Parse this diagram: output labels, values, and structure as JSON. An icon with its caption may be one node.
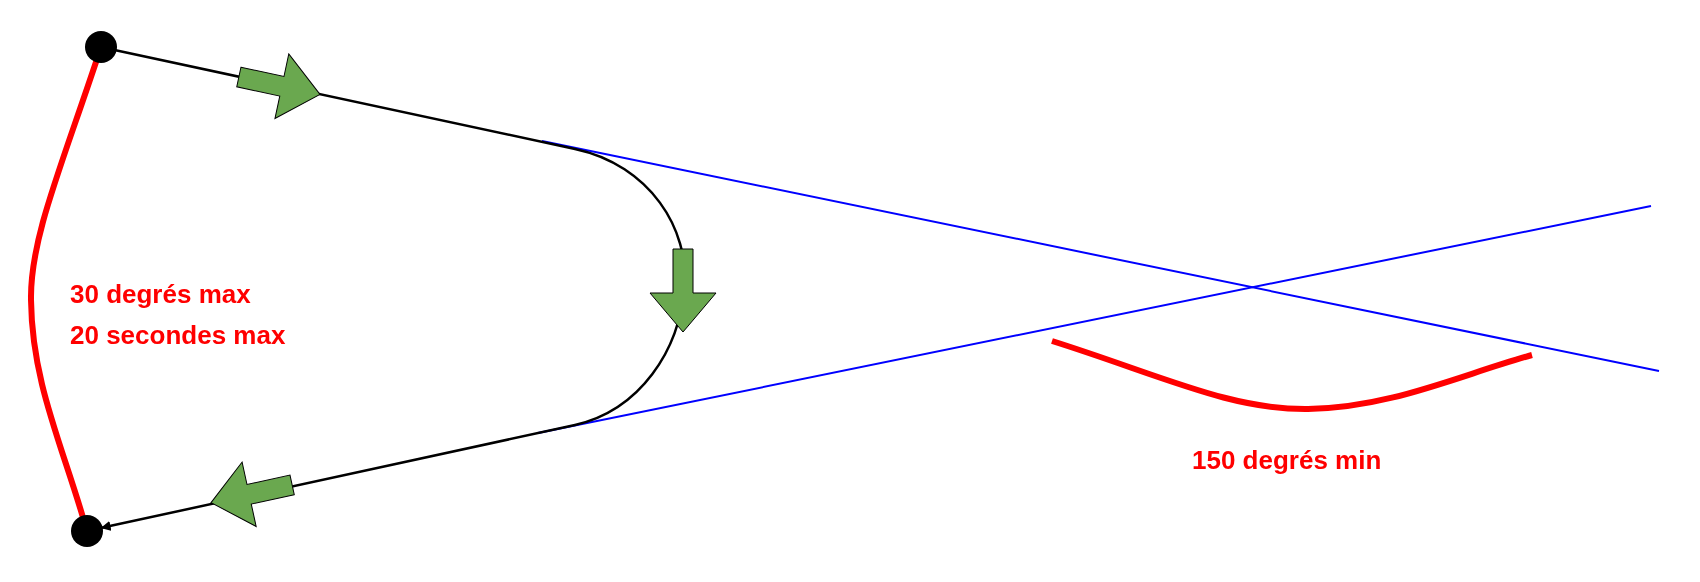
{
  "diagram": {
    "nodes": [
      {
        "text": [],
        "shape": "circle"
      },
      {
        "text": [],
        "shape": "circle"
      }
    ],
    "edges": [
      {
        "from": 0,
        "to": 1,
        "arrow": "to"
      },
      {
        "from": 0,
        "to": 1,
        "arrow": "none",
        "style": "thick",
        "color": "#ff0000"
      }
    ],
    "labels": [
      "30 degrés max",
      "20 secondes max",
      "150 degrés min"
    ]
  }
}
